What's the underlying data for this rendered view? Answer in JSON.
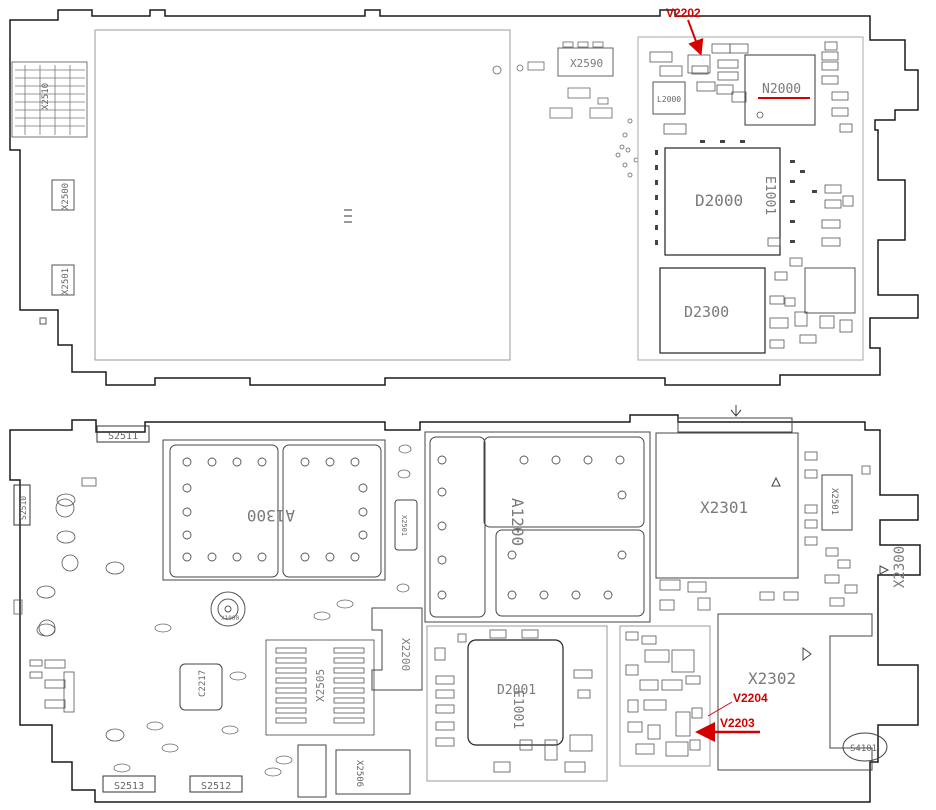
{
  "top_board": {
    "labels": {
      "x2590": "X2590",
      "x2510": "X2510",
      "x2500": "X2500",
      "x2501": "X2501",
      "n2000": "N2000",
      "d2000": "D2000",
      "d2300": "D2300",
      "e1001": "E1001",
      "l2000": "L2000"
    }
  },
  "bottom_board": {
    "labels": {
      "a1300": "A1300",
      "a1200": "A1200",
      "x2301": "X2301",
      "x2302": "X2302",
      "x2300": "X2300",
      "x2200": "X2200",
      "x2505": "X2505",
      "x2506": "X2506",
      "s2511": "S2511",
      "s2512": "S2512",
      "s2513": "S2513",
      "s2510": "S2510",
      "s4101": "S4101",
      "x1000": "X1000",
      "c2217": "C2217",
      "d2001": "D2001",
      "e1001b": "E1001",
      "x2501b": "X2501"
    }
  },
  "callouts": {
    "v2202": "V2202",
    "v2204": "V2204",
    "v2203": "V2203"
  },
  "colors": {
    "outline": "#1a1a1a",
    "trace": "#888888",
    "accent": "#d40000"
  }
}
